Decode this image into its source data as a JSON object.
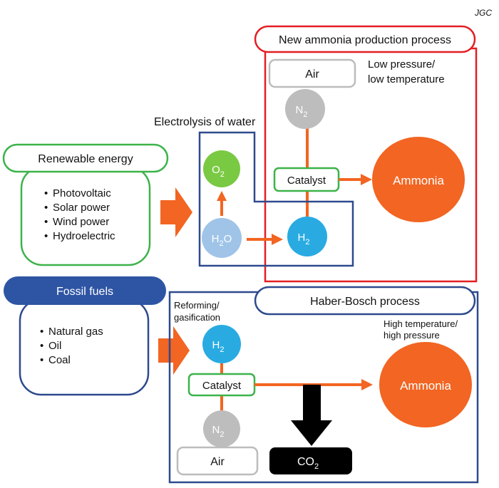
{
  "credit": "JGC",
  "new_process": {
    "title": "New ammonia production process",
    "condition_line1": "Low pressure/",
    "condition_line2": "low temperature",
    "air": "Air",
    "n2": {
      "base": "N",
      "sub": "2"
    },
    "catalyst": "Catalyst",
    "ammonia": "Ammonia"
  },
  "electrolysis": {
    "title": "Electrolysis of water",
    "o2": {
      "base": "O",
      "sub": "2"
    },
    "h2o": {
      "base": "H",
      "sub": "2",
      "tail": "O"
    },
    "h2": {
      "base": "H",
      "sub": "2"
    }
  },
  "renewable": {
    "title": "Renewable energy",
    "items": [
      "Photovoltaic",
      "Solar power",
      "Wind power",
      "Hydroelectric"
    ]
  },
  "fossil": {
    "title": "Fossil fuels",
    "items": [
      "Natural gas",
      "Oil",
      "Coal"
    ]
  },
  "haber_bosch": {
    "title": "Haber-Bosch process",
    "reforming_line1": "Reforming/",
    "reforming_line2": "gasification",
    "condition_line1": "High temperature/",
    "condition_line2": "high pressure",
    "h2": {
      "base": "H",
      "sub": "2"
    },
    "catalyst": "Catalyst",
    "n2": {
      "base": "N",
      "sub": "2"
    },
    "air": "Air",
    "co2": {
      "base": "CO",
      "sub": "2"
    },
    "ammonia": "Ammonia"
  },
  "colors": {
    "orange": "#f26522",
    "red_frame": "#e31e24",
    "navy_frame": "#2e4a8e",
    "green_frame": "#3cb34a",
    "gray_frame": "#bcbcbc",
    "fossil_fill": "#2e55a3",
    "o2_fill": "#7ac943",
    "h2o_fill": "#9fc4e8",
    "h2_fill": "#29abe2",
    "n2_fill": "#bdbdbd"
  }
}
